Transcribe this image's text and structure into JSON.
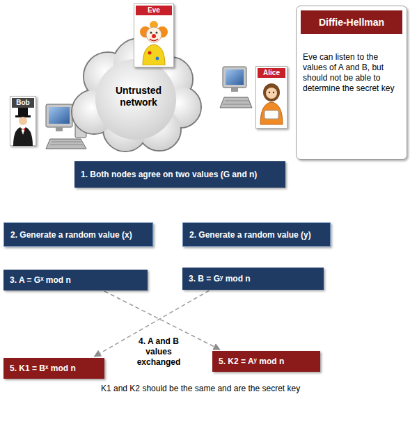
{
  "diagram": {
    "nodes": [
      {
        "text": [
          "Eve"
        ]
      },
      {
        "text": [
          "Diffie-Hellman",
          "Eve can listen to the values of A and B, but should not be able to determine the secret key"
        ]
      },
      {
        "text": [
          "Untrusted network"
        ]
      },
      {
        "text": [
          "Bob"
        ]
      },
      {
        "text": [
          "Alice"
        ]
      },
      {
        "text": [
          "1. Both nodes agree on two values (G and n)"
        ]
      },
      {
        "text": [
          "2. Generate a random value (x)"
        ]
      },
      {
        "text": [
          "2. Generate a random value (y)"
        ]
      },
      {
        "text": [
          "3. A = Gˣ mod n"
        ]
      },
      {
        "text": [
          "3. B = Gʸ mod n"
        ]
      },
      {
        "text": [
          "5. K1 = Bˣ mod n"
        ]
      },
      {
        "text": [
          "5. K2 = Aʸ mod n"
        ]
      }
    ],
    "edges": [
      {
        "from": 8,
        "to": 11,
        "arrow": "to"
      },
      {
        "from": 9,
        "to": 10,
        "arrow": "to"
      }
    ],
    "labels": [
      "4. A and B values exchanged",
      "K1 and K2 should be the same and are the secret key"
    ]
  }
}
